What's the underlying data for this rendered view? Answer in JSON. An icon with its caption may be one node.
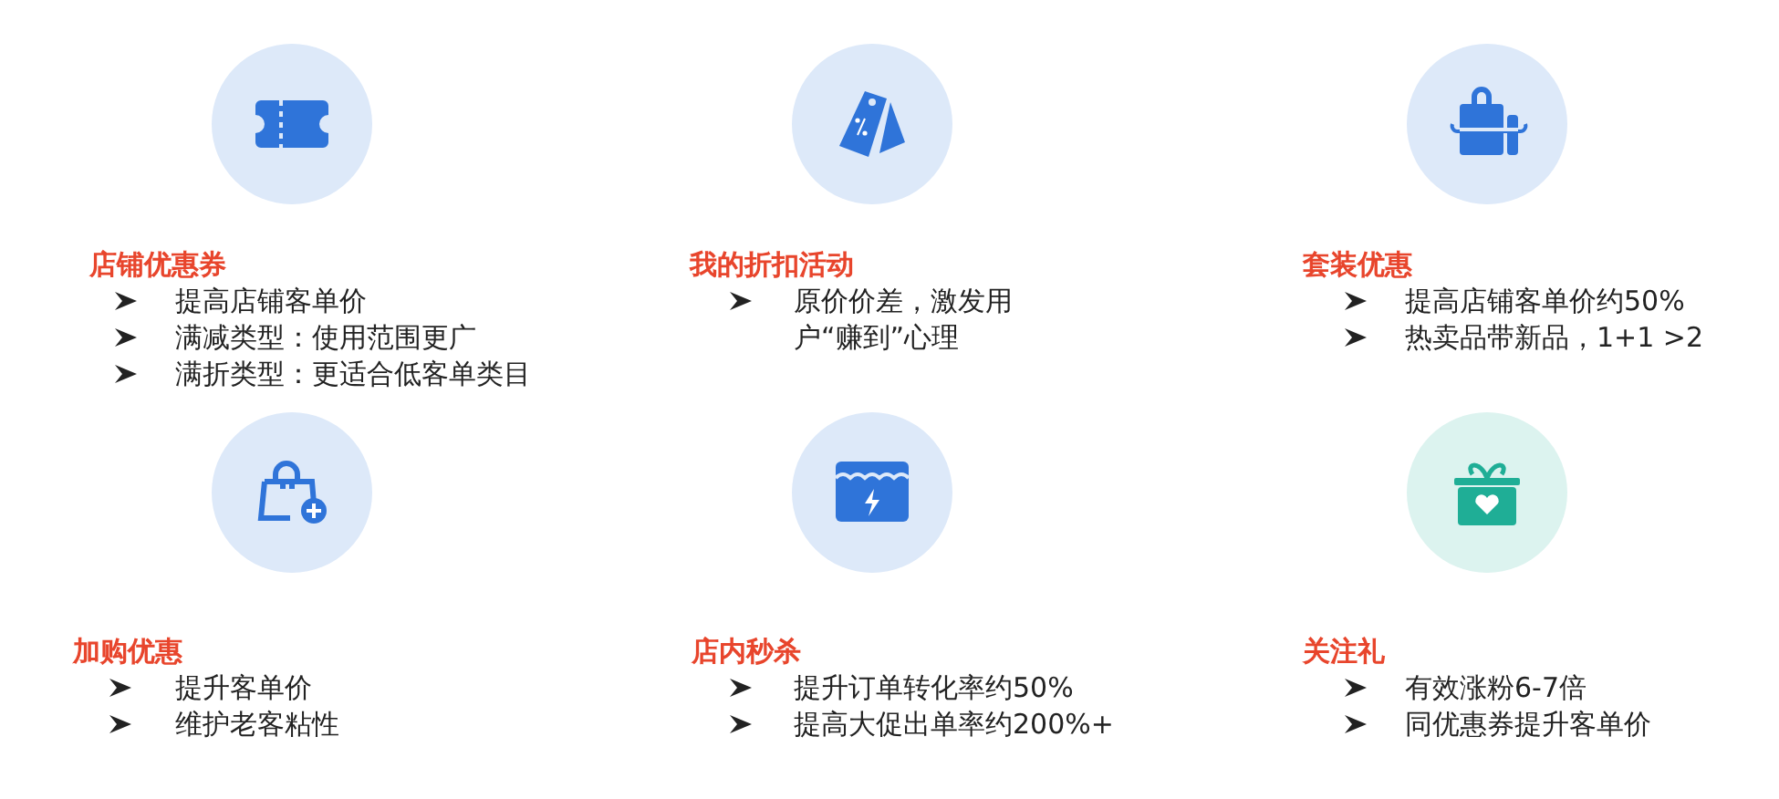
{
  "diagram": {
    "labels": [
      "店铺优惠券",
      "提高店铺客单价",
      "满减类型：使用范围更广",
      "满折类型：更适合低客单类目",
      "我的折扣活动",
      "原价价差，激发用户“赚到”心理",
      "套装优惠",
      "提高店铺客单价约50%",
      "热卖品带新品，1+1 >2",
      "加购优惠",
      "提升客单价",
      "维护老客粘性",
      "店内秒杀",
      "提升订单转化率约50%",
      "提高大促出单率约200%+",
      "关注礼",
      "有效涨粉6-7倍",
      "同优惠券提升客单价"
    ]
  }
}
